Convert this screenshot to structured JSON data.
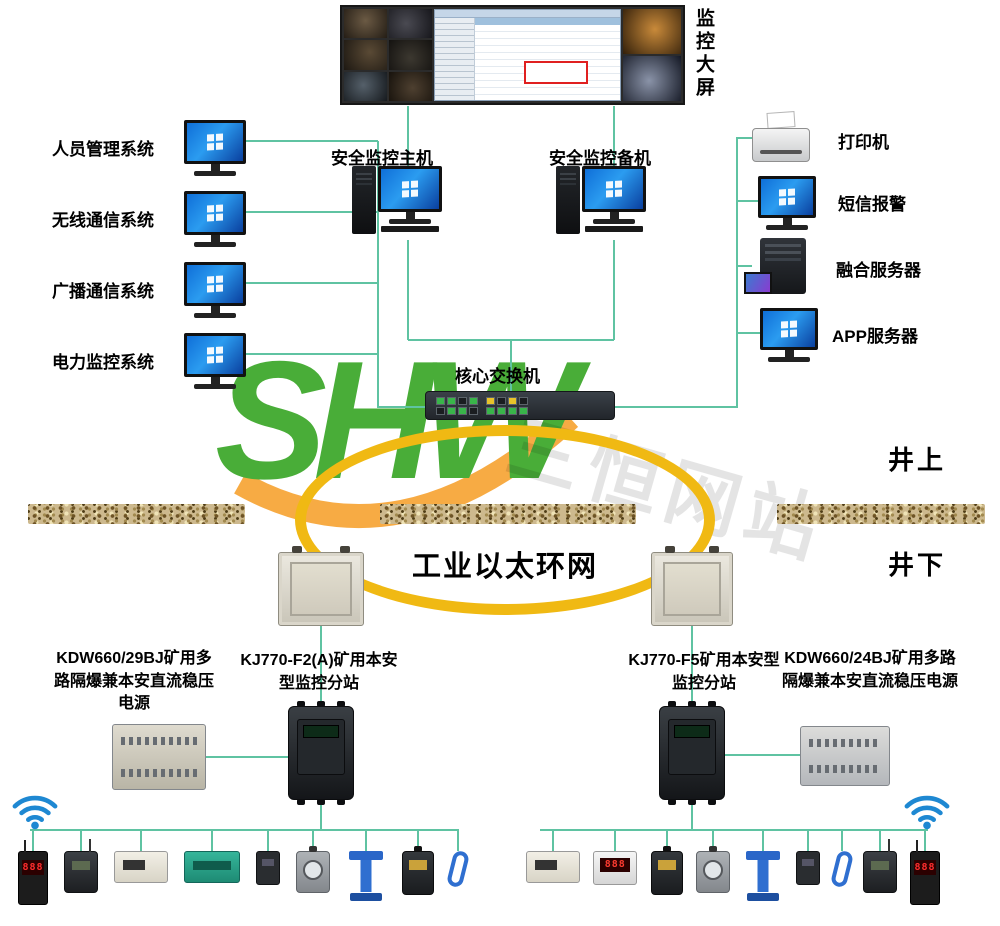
{
  "wall": {
    "label": "监控大屏"
  },
  "left_systems": [
    {
      "label": "人员管理系统"
    },
    {
      "label": "无线通信系统"
    },
    {
      "label": "广播通信系统"
    },
    {
      "label": "电力监控系统"
    }
  ],
  "hosts": {
    "primary_label": "安全监控主机",
    "backup_label": "安全监控备机"
  },
  "right_devices": {
    "printer_label": "打印机",
    "sms_label": "短信报警",
    "fusion_label": "融合服务器",
    "app_label": "APP服务器"
  },
  "core_switch": {
    "label": "核心交换机"
  },
  "ring": {
    "label": "工业以太环网",
    "color": "#f0b913"
  },
  "zones": {
    "above_label": "井上",
    "below_label": "井下"
  },
  "underground": {
    "left_power_label": "KDW660/29BJ矿用多路隔爆兼本安直流稳压电源",
    "left_station_label": "KJ770-F2(A)矿用本安型监控分站",
    "right_station_label": "KJ770-F5矿用本安型监控分站",
    "right_power_label": "KDW660/24BJ矿用多路隔爆兼本安直流稳压电源"
  },
  "watermark": {
    "logo_text": "SHW",
    "site_text": "三恒网站"
  },
  "sensors": {
    "left": [
      {
        "variant": "led",
        "digits": "888"
      },
      {
        "variant": "antenna-box"
      },
      {
        "variant": "white-box"
      },
      {
        "variant": "green-box"
      },
      {
        "variant": "small-dark"
      },
      {
        "variant": "gray-dial"
      },
      {
        "variant": "clamp"
      },
      {
        "variant": "gas"
      },
      {
        "variant": "hook"
      }
    ],
    "right": [
      {
        "variant": "white-box"
      },
      {
        "variant": "meter",
        "digits": "888"
      },
      {
        "variant": "gas"
      },
      {
        "variant": "gray-dial"
      },
      {
        "variant": "clamp"
      },
      {
        "variant": "small-dark"
      },
      {
        "variant": "hook"
      },
      {
        "variant": "antenna-box"
      },
      {
        "variant": "led",
        "digits": "888"
      }
    ]
  },
  "colors": {
    "line": "#5fc3a2"
  }
}
